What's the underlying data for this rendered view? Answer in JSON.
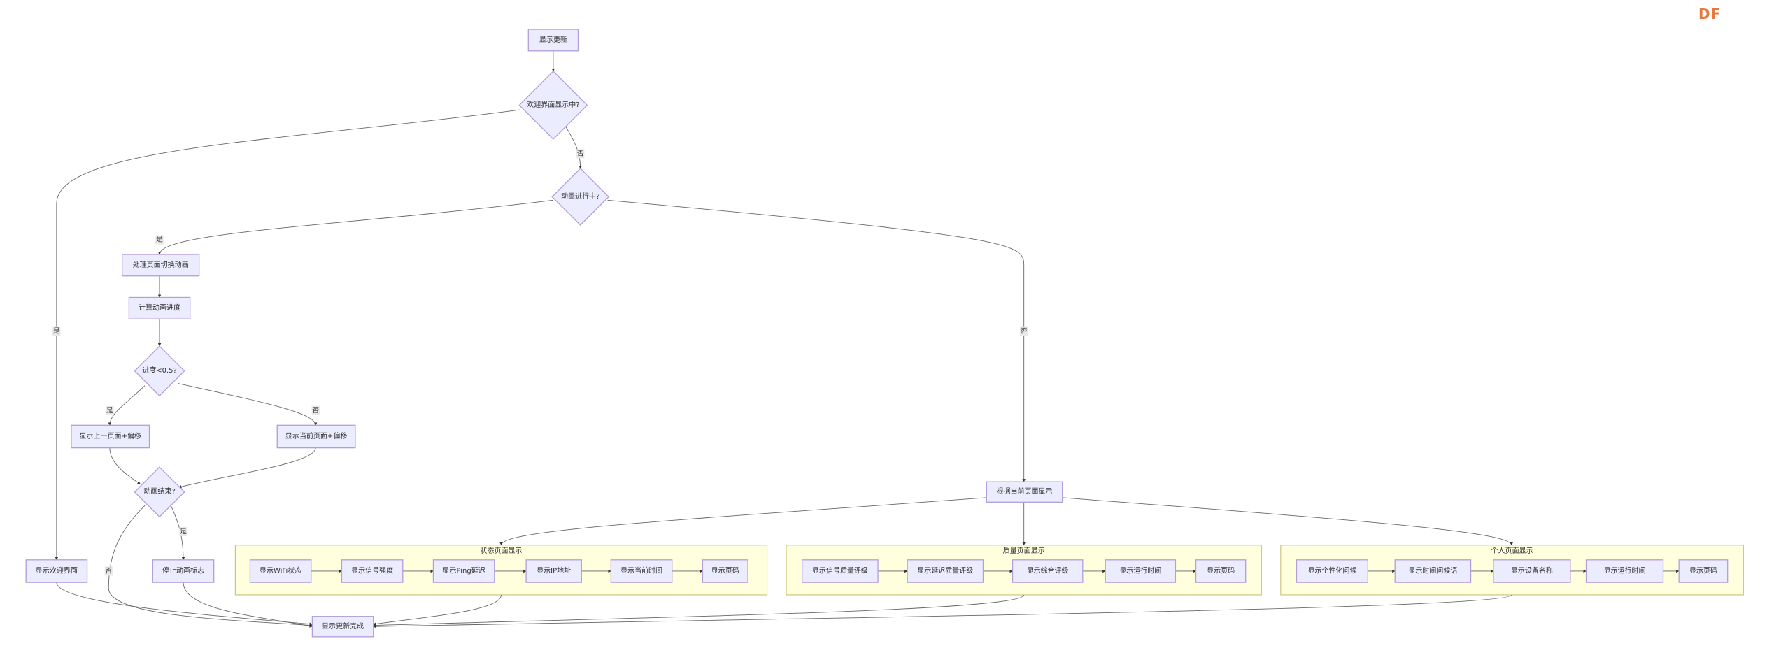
{
  "logo": "DF",
  "nodes": {
    "start": "显示更新",
    "welcome_check": "欢迎界面显示中?",
    "anim_check": "动画进行中?",
    "handle_anim": "处理页面切换动画",
    "calc_progress": "计算动画进度",
    "progress_check": "进度<0.5?",
    "show_prev": "显示上一页面+偏移",
    "show_curr": "显示当前页面+偏移",
    "anim_end_check": "动画结束?",
    "show_welcome": "显示欢迎界面",
    "stop_anim": "停止动画标志",
    "done": "显示更新完成",
    "by_page": "根据当前页面显示"
  },
  "groups": [
    {
      "title": "状态页面显示",
      "items": [
        "显示WiFi状态",
        "显示信号强度",
        "显示Ping延迟",
        "显示IP地址",
        "显示当前时间",
        "显示页码"
      ]
    },
    {
      "title": "质量页面显示",
      "items": [
        "显示信号质量评级",
        "显示延迟质量评级",
        "显示综合评级",
        "显示运行时间",
        "显示页码"
      ]
    },
    {
      "title": "个人页面显示",
      "items": [
        "显示个性化问候",
        "显示时间问候语",
        "显示设备名称",
        "显示运行时间",
        "显示页码"
      ]
    }
  ],
  "edge_labels": {
    "yes": "是",
    "no": "否"
  },
  "colors": {
    "node_fill": "#ececff",
    "node_stroke": "#b39ddb",
    "group_fill": "#ffffde",
    "logo": "#e8793c"
  }
}
